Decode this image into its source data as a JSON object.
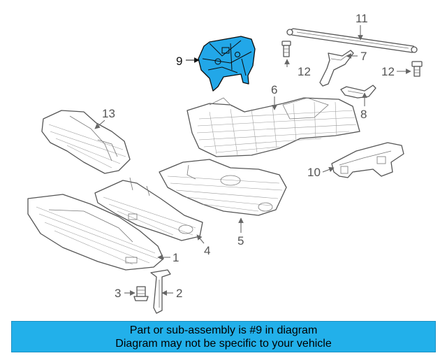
{
  "callouts": {
    "c1": "1",
    "c2": "2",
    "c3": "3",
    "c4": "4",
    "c5": "5",
    "c6": "6",
    "c7": "7",
    "c8": "8",
    "c9": "9",
    "c10": "10",
    "c11": "11",
    "c12a": "12",
    "c12b": "12",
    "c13": "13"
  },
  "highlighted_part": "9",
  "colors": {
    "highlight": "#22a7e8",
    "banner": "#22b0ea",
    "outline": "#555555"
  },
  "banner": {
    "line1": "Part or sub-assembly is #9 in diagram",
    "line2": "Diagram may not be specific to your vehicle"
  }
}
